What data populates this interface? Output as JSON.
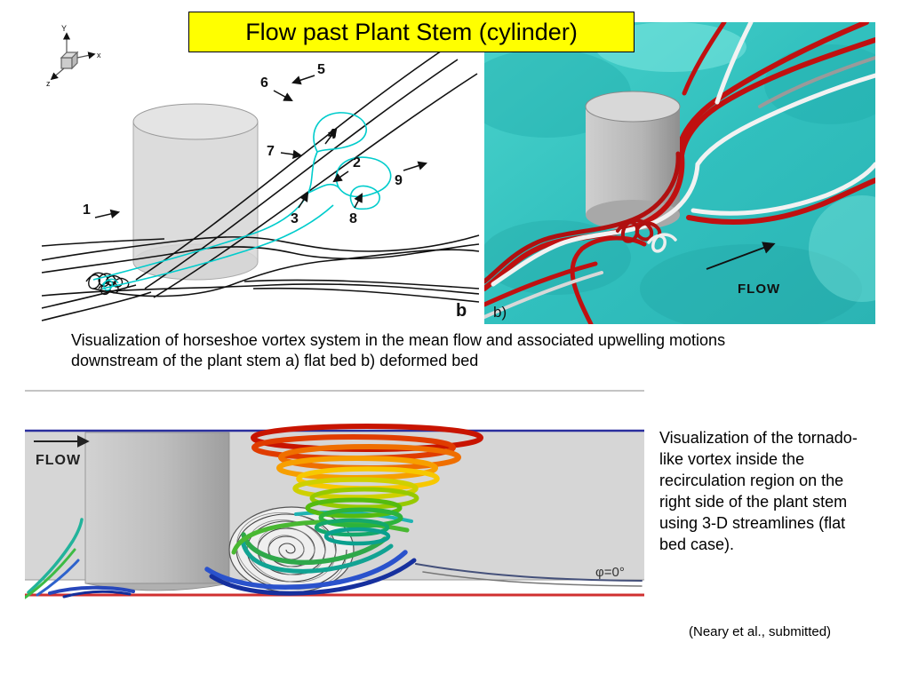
{
  "slide": {
    "title": "Flow past Plant Stem (cylinder)",
    "caption_top": "Visualization of horseshoe vortex system in the mean flow and associated upwelling motions downstream of the plant stem a) flat bed b) deformed bed",
    "side_text": "Visualization of the tornado-like vortex inside the recirculation region on the right side of the plant stem using 3-D streamlines (flat bed case).",
    "credit": "(Neary et al., submitted)"
  },
  "figure_a": {
    "panel_label": "b",
    "axis": {
      "x": "x",
      "y": "Y",
      "z": "z"
    },
    "numbers": [
      "1",
      "2",
      "3",
      "4",
      "5",
      "6",
      "7",
      "8",
      "9"
    ]
  },
  "figure_b": {
    "panel_label": "b)",
    "flow_label": "FLOW"
  },
  "figure_c": {
    "flow_label": "FLOW",
    "phi_label": "φ=0°"
  },
  "colors": {
    "title_bg": "#ffff00",
    "teal_bg": "#35c4c0",
    "red_stream": "#c01010",
    "white_stream": "#f2f2f2",
    "cyan_stream": "#00cccc",
    "bed_line_red": "#d03030",
    "bed_line_blue": "#2a2f9e"
  }
}
